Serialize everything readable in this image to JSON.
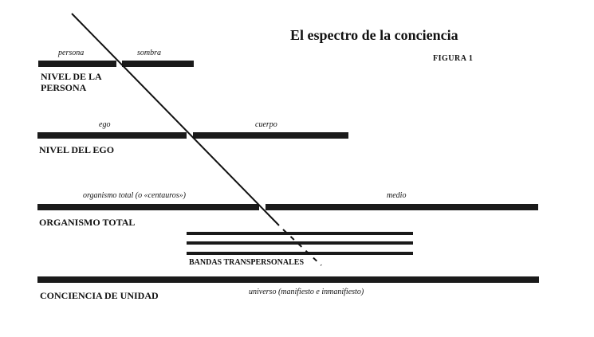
{
  "title": "El espectro de la conciencia",
  "figure_label": "FIGURA 1",
  "levels": {
    "persona": {
      "name_line1": "NIVEL DE LA",
      "name_line2": "PERSONA",
      "left": "persona",
      "right": "sombra"
    },
    "ego": {
      "name": "NIVEL DEL EGO",
      "left": "ego",
      "right": "cuerpo"
    },
    "organismo": {
      "name": "ORGANISMO TOTAL",
      "left": "organismo total (o «centauros»)",
      "right": "medio"
    },
    "transpersonal": {
      "name": "BANDAS TRANSPERSONALES"
    },
    "unidad": {
      "name": "CONCIENCIA DE UNIDAD",
      "sub": "universo (manifiesto e inmanifiesto)"
    }
  }
}
